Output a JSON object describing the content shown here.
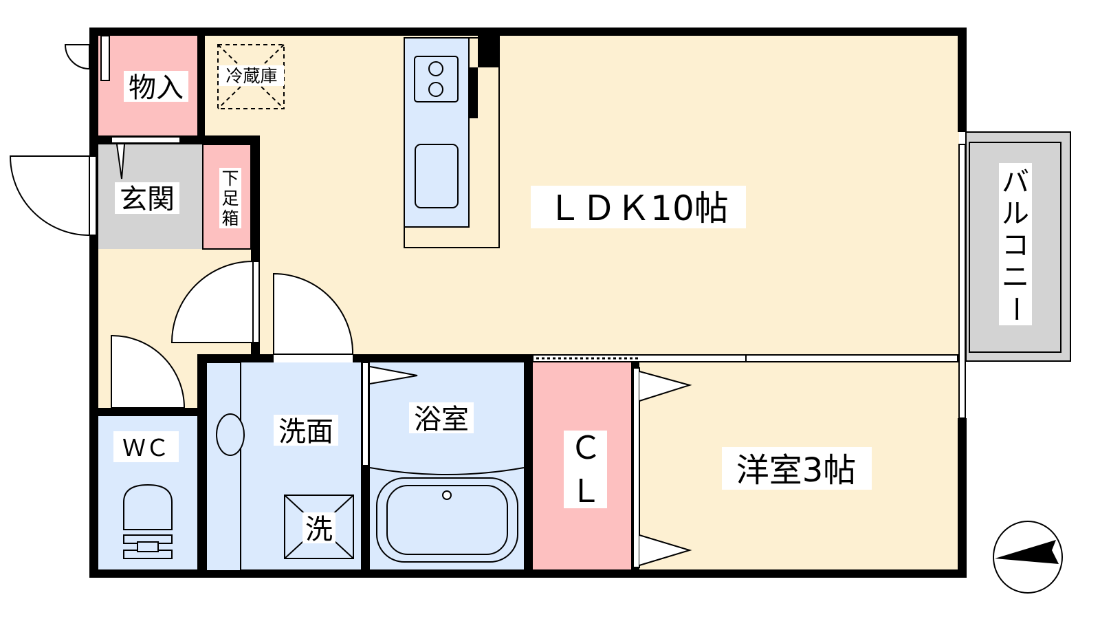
{
  "rooms": {
    "storage": "物入",
    "fridge": "冷蔵庫",
    "entrance": "玄関",
    "shoe_box": [
      "下",
      "足",
      "箱"
    ],
    "ldk": "ＬＤＫ10帖",
    "wc": "ＷＣ",
    "washroom": "洗面",
    "bathroom": "浴室",
    "washer": "洗",
    "closet": [
      "Ｃ",
      "Ｌ"
    ],
    "western_room": "洋室3帖",
    "balcony": [
      "バ",
      "ル",
      "コ",
      "ニ",
      "ー"
    ]
  },
  "colors": {
    "living": "#fdf0d2",
    "wet": "#dbeafd",
    "storage": "#fdc0c0",
    "entrance": "#d3d3d3",
    "wall": "#000000"
  }
}
